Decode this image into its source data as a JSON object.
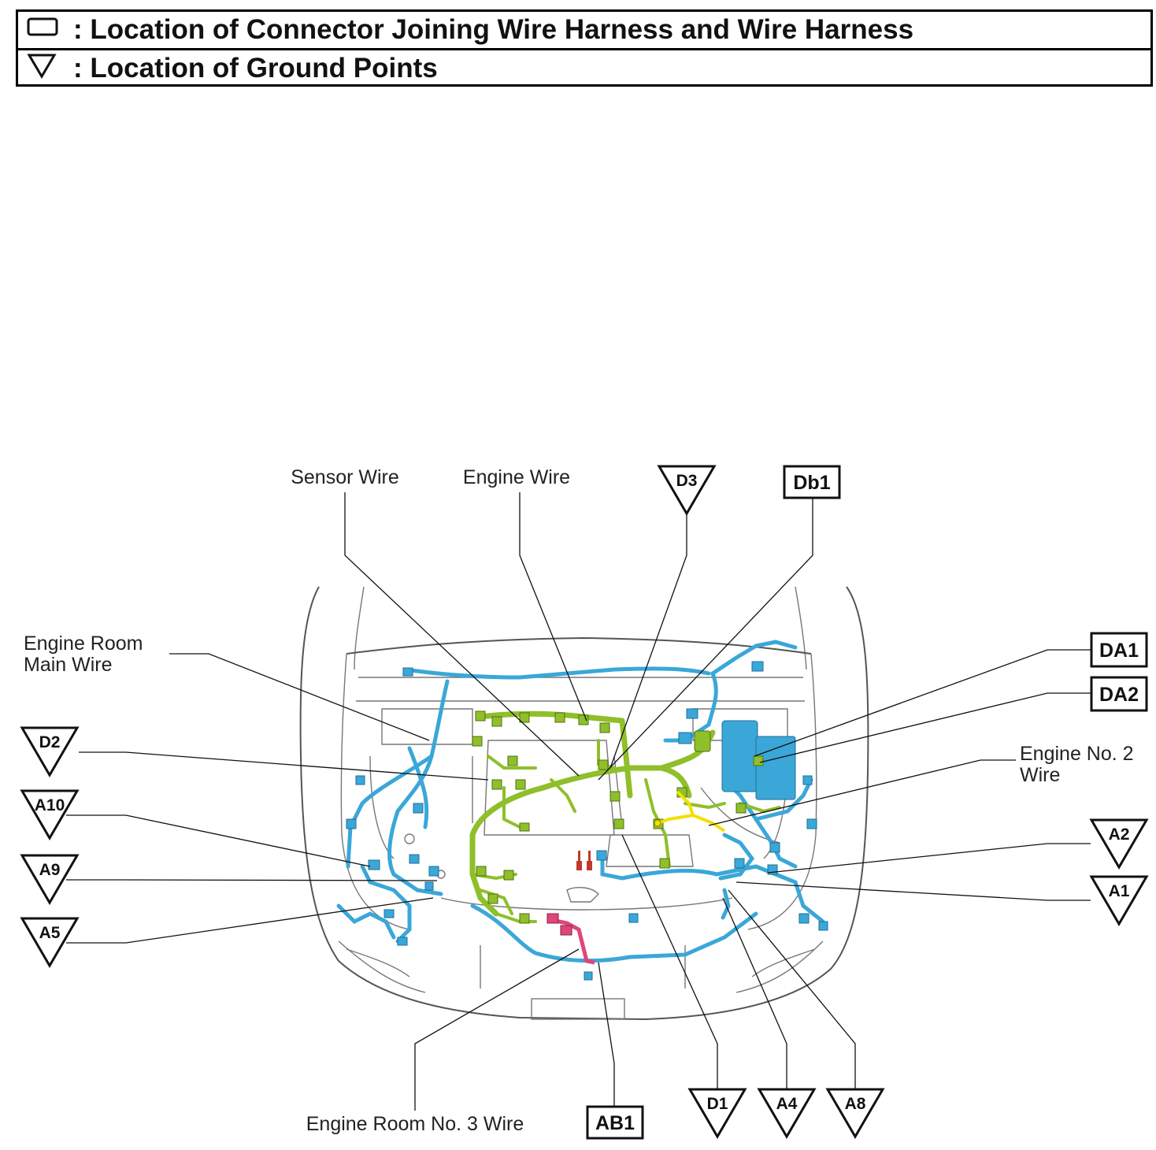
{
  "legend": {
    "connector_symbol": "box-symbol",
    "connector_text": ": Location of Connector Joining Wire Harness and Wire Harness",
    "ground_symbol": "triangle-symbol",
    "ground_text": ": Location of Ground Points"
  },
  "wire_labels": {
    "sensor_wire": "Sensor Wire",
    "engine_wire": "Engine Wire",
    "engine_room_main_wire_line1": "Engine Room",
    "engine_room_main_wire_line2": "Main Wire",
    "engine_no2_wire_line1": "Engine No. 2",
    "engine_no2_wire_line2": "Wire",
    "engine_room_no3_wire": "Engine Room No. 3 Wire"
  },
  "connectors": {
    "db1": "Db1",
    "da1": "DA1",
    "da2": "DA2",
    "ab1": "AB1"
  },
  "grounds": {
    "d3": "D3",
    "d2": "D2",
    "a10": "A10",
    "a9": "A9",
    "a5": "A5",
    "a2": "A2",
    "a1": "A1",
    "d1": "D1",
    "a4": "A4",
    "a8": "A8"
  },
  "colors": {
    "engine_room_main_wire": "#3aa7d8",
    "engine_wire": "#8fbf2a",
    "engine_no2_wire": "#f2e000",
    "engine_room_no3_wire": "#e0457b",
    "relay": "#c0392b",
    "outline": "#555555"
  }
}
